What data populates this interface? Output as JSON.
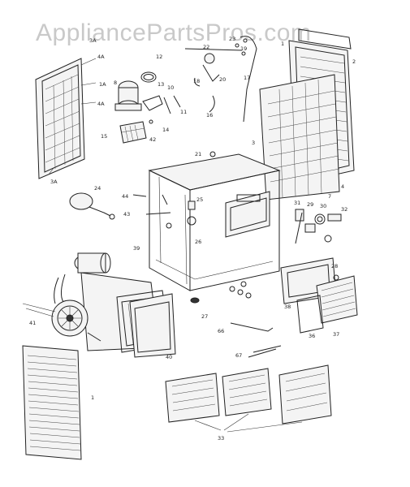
{
  "watermark": "AppliancePartsPros.com",
  "callouts": {
    "c3a_top": "3A",
    "c4a": "4A",
    "c1a": "1A",
    "c4a_mid": "4A",
    "c3a_bot": "3A",
    "c12": "12",
    "c22": "22",
    "c23": "23",
    "c19": "19",
    "c8": "8",
    "c13": "13",
    "c10": "10",
    "c17": "17",
    "c20": "20",
    "c11": "11",
    "c18": "18",
    "c16": "16",
    "c14": "14",
    "c42": "42",
    "c15": "15",
    "c1_right": "1",
    "c2": "2",
    "c3_right": "3",
    "c4_right": "4",
    "c21": "21",
    "c7": "7",
    "c24": "24",
    "c44": "44",
    "c43": "43",
    "c25": "25",
    "c31": "31",
    "c29": "29",
    "c30": "30",
    "c32": "32",
    "c26": "26",
    "c39": "39",
    "c28": "28",
    "c38": "38",
    "c27": "27",
    "c36": "36",
    "c37": "37",
    "c40": "40",
    "c41": "41",
    "c66": "66",
    "c67": "67",
    "c1_left": "1",
    "c33": "33"
  }
}
